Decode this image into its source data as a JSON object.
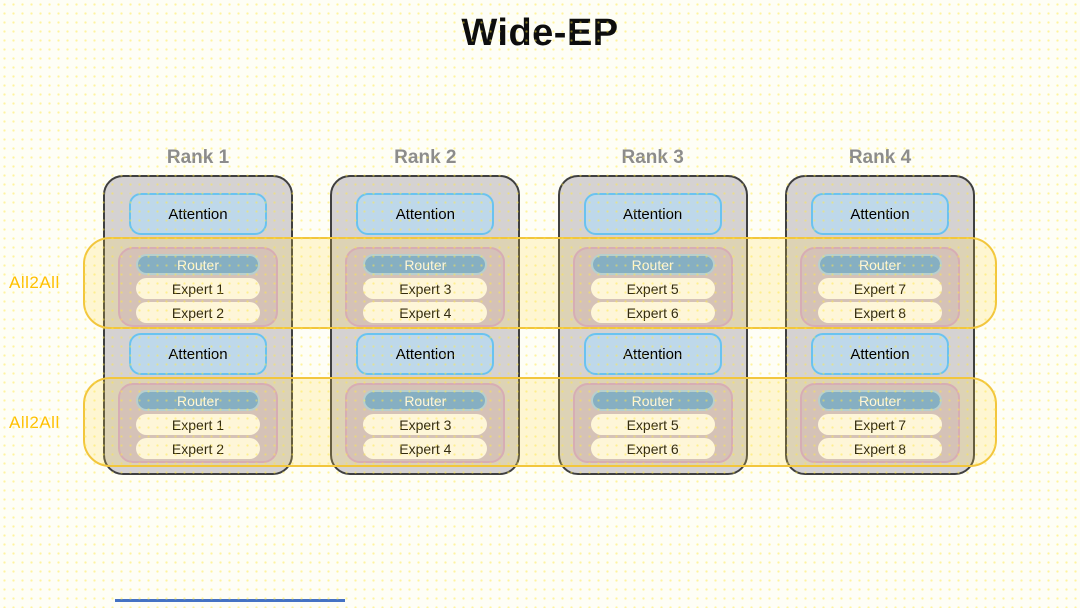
{
  "title": "Wide-EP",
  "bands": [
    {
      "label": "All2All"
    },
    {
      "label": "All2All"
    }
  ],
  "ranks": [
    {
      "label": "Rank 1",
      "layers": [
        {
          "attention": "Attention",
          "router": "Router",
          "experts": [
            "Expert 1",
            "Expert 2"
          ]
        },
        {
          "attention": "Attention",
          "router": "Router",
          "experts": [
            "Expert 1",
            "Expert 2"
          ]
        }
      ]
    },
    {
      "label": "Rank 2",
      "layers": [
        {
          "attention": "Attention",
          "router": "Router",
          "experts": [
            "Expert 3",
            "Expert 4"
          ]
        },
        {
          "attention": "Attention",
          "router": "Router",
          "experts": [
            "Expert 3",
            "Expert 4"
          ]
        }
      ]
    },
    {
      "label": "Rank 3",
      "layers": [
        {
          "attention": "Attention",
          "router": "Router",
          "experts": [
            "Expert 5",
            "Expert 6"
          ]
        },
        {
          "attention": "Attention",
          "router": "Router",
          "experts": [
            "Expert 5",
            "Expert 6"
          ]
        }
      ]
    },
    {
      "label": "Rank 4",
      "layers": [
        {
          "attention": "Attention",
          "router": "Router",
          "experts": [
            "Expert 7",
            "Expert 8"
          ]
        },
        {
          "attention": "Attention",
          "router": "Router",
          "experts": [
            "Expert 7",
            "Expert 8"
          ]
        }
      ]
    }
  ],
  "colors": {
    "rank_fill": "#d5d2d2",
    "rank_border": "#3f3f3f",
    "rank_label": "#8c8c8c",
    "attention_fill": "#bed8ea",
    "attention_border": "#69c3f0",
    "router_fill": "#68a6e3",
    "router_border": "#a6cef2",
    "expert_fill": "#fefefe",
    "moe_fill": "#cbbdd5",
    "moe_border": "#cea3d1",
    "band_border": "#f2c63d",
    "band_fill": "rgba(255,215,64,0.20)",
    "all2all_text": "#ffbf00",
    "bottom_line": "#4472c4"
  }
}
